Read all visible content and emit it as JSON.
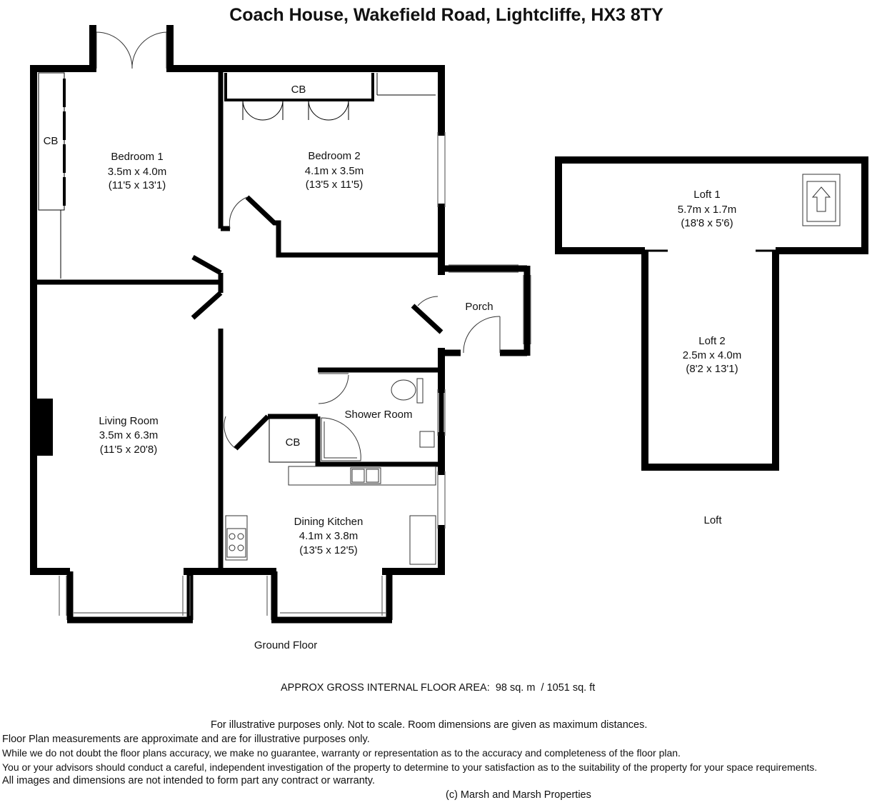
{
  "title": "Coach House, Wakefield Road, Lightcliffe, HX3 8TY",
  "ground_floor": {
    "label": "Ground Floor",
    "rooms": {
      "bedroom1": {
        "name": "Bedroom 1",
        "metric": "3.5m x 4.0m",
        "imperial": "(11'5 x 13'1)"
      },
      "bedroom2": {
        "name": "Bedroom 2",
        "metric": "4.1m x 3.5m",
        "imperial": "(13'5 x 11'5)"
      },
      "living": {
        "name": "Living Room",
        "metric": "3.5m x 6.3m",
        "imperial": "(11'5 x 20'8)"
      },
      "kitchen": {
        "name": "Dining Kitchen",
        "metric": "4.1m x 3.8m",
        "imperial": "(13'5 x 12'5)"
      },
      "porch": {
        "name": "Porch"
      },
      "shower": {
        "name": "Shower Room"
      }
    },
    "cupboards": {
      "cb_bedroom1": "CB",
      "cb_bedroom2": "CB",
      "cb_hall": "CB"
    }
  },
  "loft": {
    "label": "Loft",
    "rooms": {
      "loft1": {
        "name": "Loft 1",
        "metric": "5.7m x 1.7m",
        "imperial": "(18'8 x 5'6)"
      },
      "loft2": {
        "name": "Loft 2",
        "metric": "2.5m x 4.0m",
        "imperial": "(8'2 x 13'1)"
      }
    }
  },
  "area": {
    "label": "APPROX GROSS INTERNAL FLOOR AREA:",
    "metric": "98 sq. m",
    "sep": "/",
    "imperial": "1051 sq. ft"
  },
  "disclaimer": {
    "line1": "For illustrative purposes only.  Not to scale.  Room dimensions are given as maximum distances.",
    "line2": "Floor Plan measurements are approximate and are for illustrative purposes only.",
    "line3": "While we do not doubt the floor plans accuracy, we make no guarantee, warranty or representation as to the accuracy and completeness of the floor plan.",
    "line4": "You or your advisors should conduct a careful, independent investigation of the property to determine to your satisfaction as to the suitability of the property for your space requirements.",
    "line5": " All images and dimensions are not intended to form part any contract or warranty.",
    "copyright": "(c) Marsh and Marsh Properties"
  },
  "colors": {
    "wall": "#000000",
    "line": "#444444",
    "window": "#666666"
  }
}
